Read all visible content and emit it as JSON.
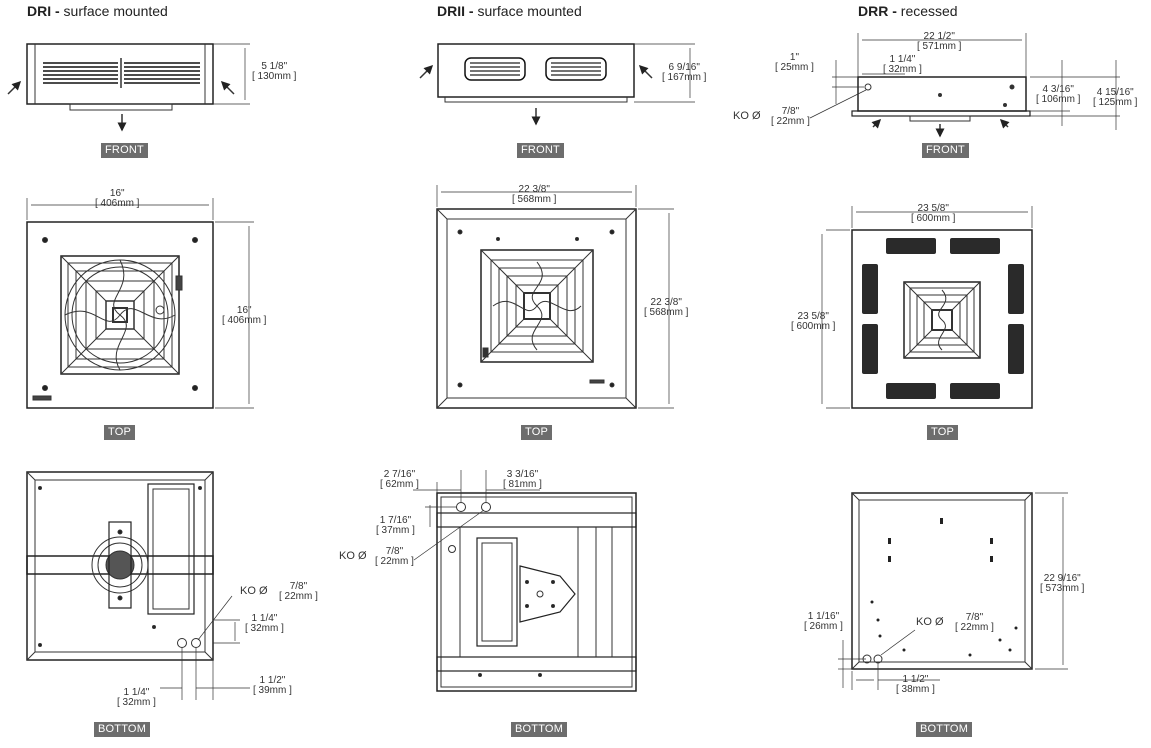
{
  "titles": {
    "dri": {
      "model": "DRI -",
      "mount": " surface mounted"
    },
    "drii": {
      "model": "DRII -",
      "mount": " surface mounted"
    },
    "drr": {
      "model": "DRR -",
      "mount": " recessed"
    }
  },
  "view_tags": {
    "front": "FRONT",
    "top": "TOP",
    "bottom": "BOTTOM"
  },
  "dims": {
    "dri_front_h": "5 1/8\"",
    "dri_front_h_mm": "[ 130mm ]",
    "drii_front_h": "6 9/16\"",
    "drii_front_h_mm": "[ 167mm ]",
    "drr_front_w": "22 1/2\"",
    "drr_front_w_mm": "[ 571mm ]",
    "drr_front_1": "1\"",
    "drr_front_1_mm": "[ 25mm ]",
    "drr_front_114": "1 1/4\"",
    "drr_front_114_mm": "[ 32mm ]",
    "drr_front_4316": "4 3/16\"",
    "drr_front_4316_mm": "[ 106mm ]",
    "drr_front_41516": "4 15/16\"",
    "drr_front_41516_mm": "[ 125mm ]",
    "drr_ko": "KO Ø",
    "drr_ko_v": "7/8\"",
    "drr_ko_mm": "[ 22mm ]",
    "dri_top_w": "16\"",
    "dri_top_w_mm": "[ 406mm ]",
    "dri_top_h": "16\"",
    "dri_top_h_mm": "[ 406mm ]",
    "drii_top_w": "22 3/8\"",
    "drii_top_w_mm": "[ 568mm ]",
    "drii_top_h": "22 3/8\"",
    "drii_top_h_mm": "[ 568mm ]",
    "drr_top_w": "23 5/8\"",
    "drr_top_w_mm": "[ 600mm ]",
    "drr_top_h": "23 5/8\"",
    "drr_top_h_mm": "[ 600mm ]",
    "dri_bot_ko": "KO Ø",
    "dri_bot_ko_v": "7/8\"",
    "dri_bot_ko_mm": "[ 22mm ]",
    "dri_bot_114a": "1 1/4\"",
    "dri_bot_114a_mm": "[ 32mm ]",
    "dri_bot_112": "1 1/2\"",
    "dri_bot_112_mm": "[ 39mm ]",
    "dri_bot_114b": "1 1/4\"",
    "dri_bot_114b_mm": "[ 32mm ]",
    "drii_bot_2716": "2 7/16\"",
    "drii_bot_2716_mm": "[ 62mm ]",
    "drii_bot_3316": "3 3/16\"",
    "drii_bot_3316_mm": "[ 81mm ]",
    "drii_bot_1716": "1 7/16\"",
    "drii_bot_1716_mm": "[ 37mm ]",
    "drii_bot_ko": "KO Ø",
    "drii_bot_ko_v": "7/8\"",
    "drii_bot_ko_mm": "[ 22mm ]",
    "drr_bot_h": "22 9/16\"",
    "drr_bot_h_mm": "[ 573mm ]",
    "drr_bot_1116": "1 1/16\"",
    "drr_bot_1116_mm": "[ 26mm ]",
    "drr_bot_ko": "KO Ø",
    "drr_bot_ko_v": "7/8\"",
    "drr_bot_ko_mm": "[ 22mm ]",
    "drr_bot_112": "1 1/2\"",
    "drr_bot_112_mm": "[ 38mm ]"
  }
}
